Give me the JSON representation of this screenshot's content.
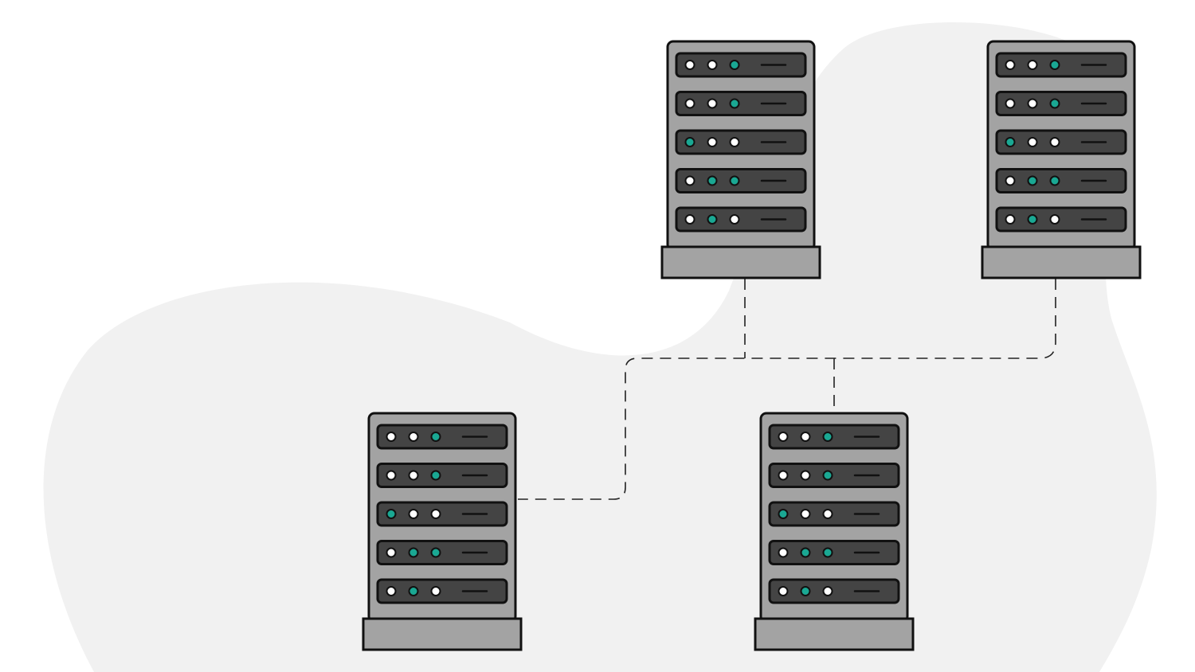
{
  "colors": {
    "background": "#ffffff",
    "blob": "#f1f1f1",
    "outline": "#111111",
    "rack_body": "#a3a3a3",
    "unit_panel": "#444444",
    "led_off": "#ffffff",
    "led_on": "#1aa893",
    "connector_line": "#222222"
  },
  "servers": [
    {
      "name": "server-top-center",
      "icon": "server-rack-icon",
      "units": [
        [
          "off",
          "off",
          "on"
        ],
        [
          "off",
          "off",
          "on"
        ],
        [
          "on",
          "off",
          "off"
        ],
        [
          "off",
          "on",
          "on"
        ],
        [
          "off",
          "on",
          "off"
        ]
      ]
    },
    {
      "name": "server-top-right",
      "icon": "server-rack-icon",
      "units": [
        [
          "off",
          "off",
          "on"
        ],
        [
          "off",
          "off",
          "on"
        ],
        [
          "on",
          "off",
          "off"
        ],
        [
          "off",
          "on",
          "on"
        ],
        [
          "off",
          "on",
          "off"
        ]
      ]
    },
    {
      "name": "server-bottom-left",
      "icon": "server-rack-icon",
      "units": [
        [
          "off",
          "off",
          "on"
        ],
        [
          "off",
          "off",
          "on"
        ],
        [
          "on",
          "off",
          "off"
        ],
        [
          "off",
          "on",
          "on"
        ],
        [
          "off",
          "on",
          "off"
        ]
      ]
    },
    {
      "name": "server-bottom-right",
      "icon": "server-rack-icon",
      "units": [
        [
          "off",
          "off",
          "on"
        ],
        [
          "off",
          "off",
          "on"
        ],
        [
          "on",
          "off",
          "off"
        ],
        [
          "off",
          "on",
          "on"
        ],
        [
          "off",
          "on",
          "off"
        ]
      ]
    }
  ],
  "connections": [
    {
      "from": "server-top-center",
      "to": "network-bus",
      "style": "dashed"
    },
    {
      "from": "server-top-right",
      "to": "network-bus",
      "style": "dashed"
    },
    {
      "from": "server-bottom-right",
      "to": "network-bus",
      "style": "dashed"
    },
    {
      "from": "server-bottom-left",
      "to": "network-bus",
      "style": "dashed"
    }
  ]
}
